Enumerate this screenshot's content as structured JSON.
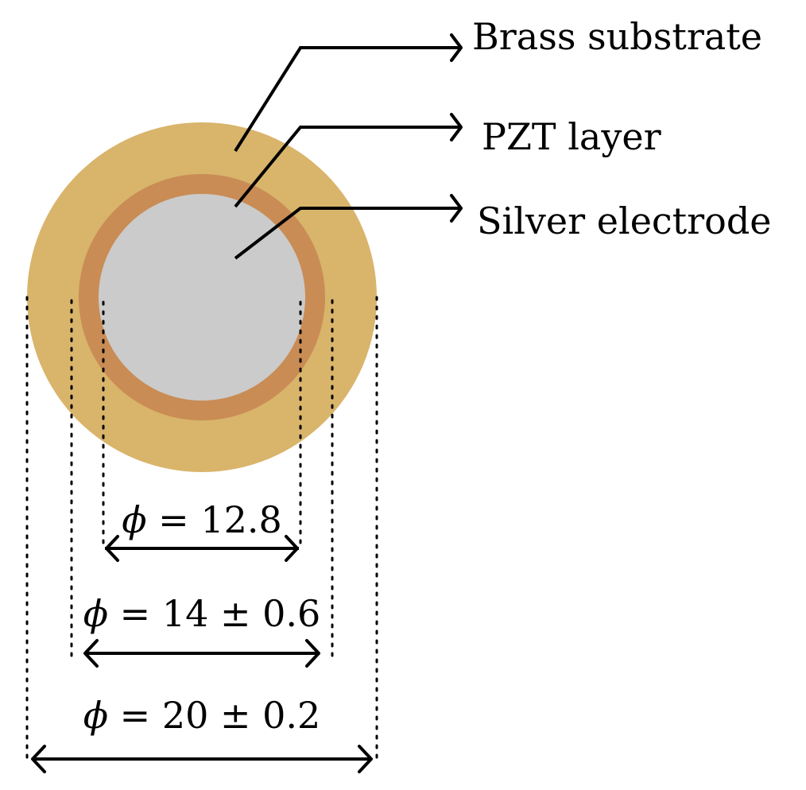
{
  "labels": {
    "brass": "Brass substrate",
    "pzt": "PZT layer",
    "silver": "Silver electrode"
  },
  "dimensions": [
    {
      "symbol": "ϕ",
      "value": " = 12.8"
    },
    {
      "symbol": "ϕ",
      "value": " = 14 ± 0.6"
    },
    {
      "symbol": "ϕ",
      "value": " = 20 ± 0.2"
    }
  ],
  "colors": {
    "brass": "#D9B46B",
    "pzt": "#C98C55",
    "silver": "#CBCBCB",
    "ink": "#000000"
  }
}
